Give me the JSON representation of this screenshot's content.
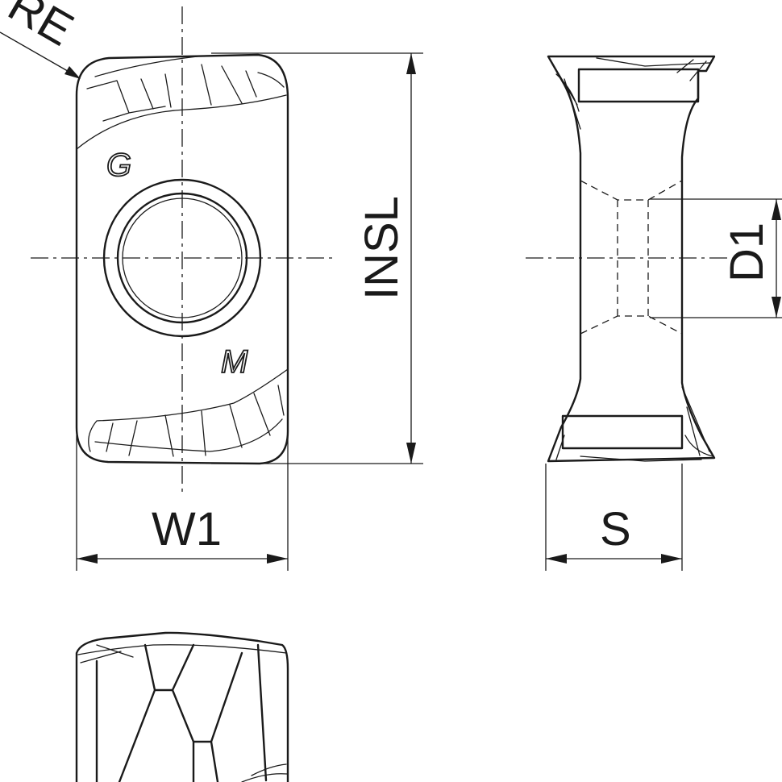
{
  "labels": {
    "re": "RE",
    "insl": "INSL",
    "w1": "W1",
    "d1": "D1",
    "s": "S"
  },
  "marks": {
    "g": "G",
    "m": "M"
  },
  "colors": {
    "line": "#1a1a1a",
    "background": "#ffffff"
  }
}
